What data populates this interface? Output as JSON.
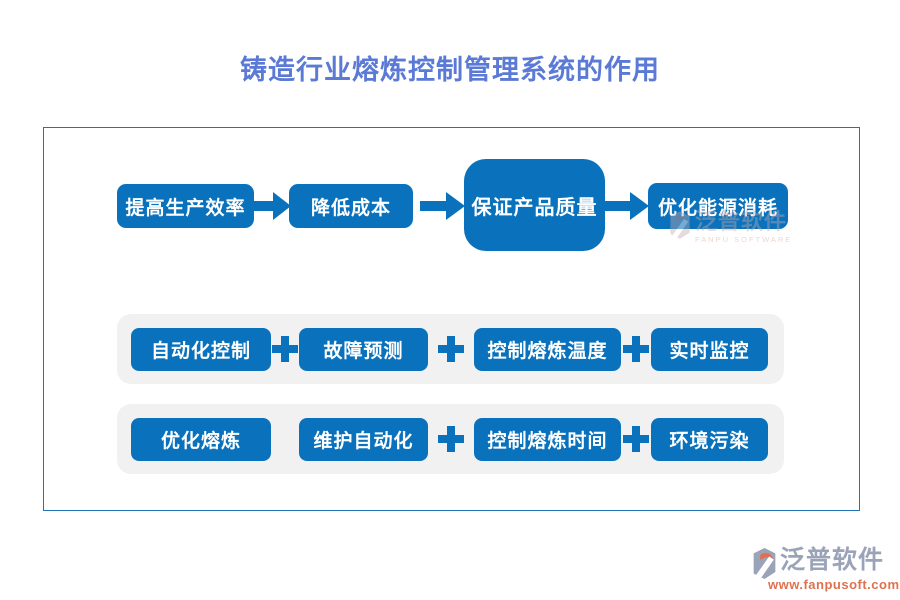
{
  "page": {
    "title": "铸造行业熔炼控制管理系统的作用"
  },
  "colors": {
    "box_blue": "#0a72bc",
    "title_blue": "#5b7ad6",
    "frame_border_blue": "#2273b5",
    "group_gray": "#f1f1f2",
    "brand_gray": "#9ba3b8",
    "brand_orange": "#e0714f"
  },
  "flow": {
    "steps": [
      {
        "label": "提高生产效率"
      },
      {
        "label": "降低成本"
      },
      {
        "label": "保证产品质量"
      },
      {
        "label": "优化能源消耗"
      }
    ]
  },
  "groups": [
    {
      "items": [
        {
          "label": "自动化控制"
        },
        {
          "label": "故障预测"
        },
        {
          "label": "控制熔炼温度"
        },
        {
          "label": "实时监控"
        }
      ],
      "separators": [
        "plus",
        "plus",
        "plus"
      ]
    },
    {
      "items": [
        {
          "label": "优化熔炼"
        },
        {
          "label": "维护自动化"
        },
        {
          "label": "控制熔炼时间"
        },
        {
          "label": "环境污染"
        }
      ],
      "separators": [
        "none",
        "plus",
        "plus"
      ]
    }
  ],
  "watermark": {
    "brand": "泛普软件",
    "caption": "FANPU SOFTWARE"
  },
  "footer": {
    "brand": "泛普软件",
    "url": "www.fanpusoft.com"
  }
}
